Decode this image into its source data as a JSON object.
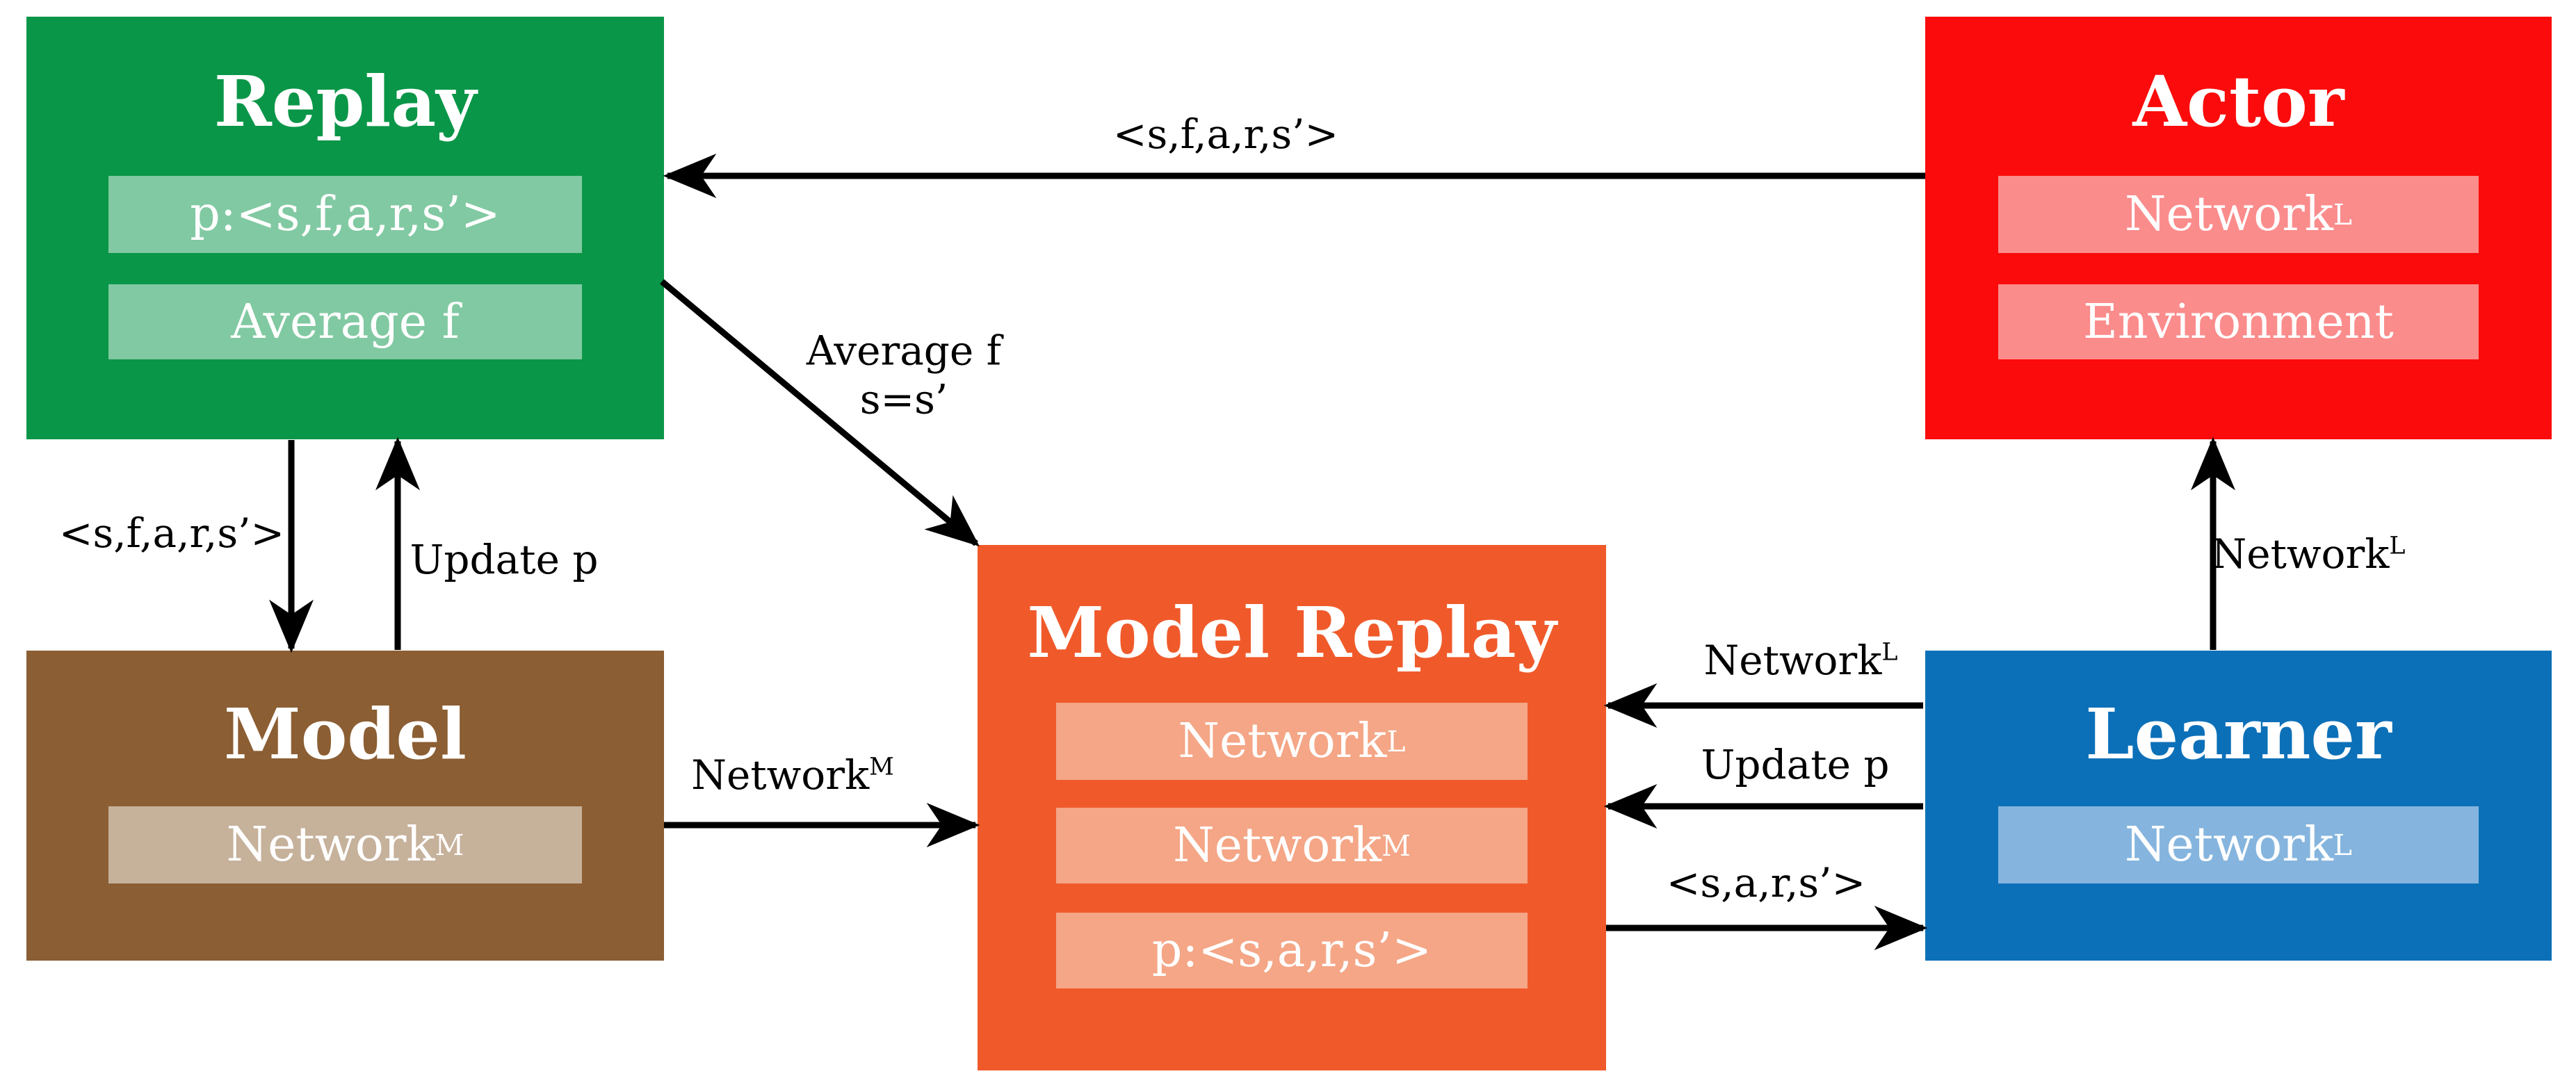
{
  "palette": {
    "green": "#0a9648",
    "green_light": "#81c9a2",
    "red": "#fb0b0b",
    "red_light": "#fb8c8c",
    "brown": "#8b5e33",
    "brown_light": "#c6b19b",
    "orange": "#f05a2b",
    "orange_light": "#f4a686",
    "blue": "#0c70b8",
    "blue_light": "#85b5de",
    "arrow": "#000000",
    "background": "#ffffff",
    "box_text": "#ffffff"
  },
  "boxes": {
    "replay": {
      "title": "Replay",
      "rows": [
        {
          "text": "p:<s,f,a,r,s’>",
          "sup": ""
        },
        {
          "text": "Average f",
          "sup": ""
        }
      ]
    },
    "actor": {
      "title": "Actor",
      "rows": [
        {
          "text": "Network",
          "sup": "L"
        },
        {
          "text": "Environment",
          "sup": ""
        }
      ]
    },
    "model": {
      "title": "Model",
      "rows": [
        {
          "text": "Network",
          "sup": "M"
        }
      ]
    },
    "model_replay": {
      "title": "Model Replay",
      "rows": [
        {
          "text": "Network",
          "sup": "L"
        },
        {
          "text": "Network",
          "sup": "M"
        },
        {
          "text": "p:<s,a,r,s’>",
          "sup": ""
        }
      ]
    },
    "learner": {
      "title": "Learner",
      "rows": [
        {
          "text": "Network",
          "sup": "L"
        }
      ]
    }
  },
  "arrows": {
    "actor_to_replay": {
      "label": "<s,f,a,r,s’>",
      "sup": ""
    },
    "replay_to_model_replay": {
      "line1": "Average f",
      "line2": "s=s’"
    },
    "replay_to_model": {
      "label": "<s,f,a,r,s’>",
      "sup": ""
    },
    "model_to_replay": {
      "label": "Update p",
      "sup": ""
    },
    "model_to_model_replay": {
      "label": "Network",
      "sup": "M"
    },
    "learner_to_model_replay_network": {
      "label": "Network",
      "sup": "L"
    },
    "learner_to_model_replay_update": {
      "label": "Update p",
      "sup": ""
    },
    "model_replay_to_learner": {
      "label": "<s,a,r,s’>",
      "sup": ""
    },
    "learner_to_actor": {
      "label": "Network",
      "sup": "L"
    }
  }
}
